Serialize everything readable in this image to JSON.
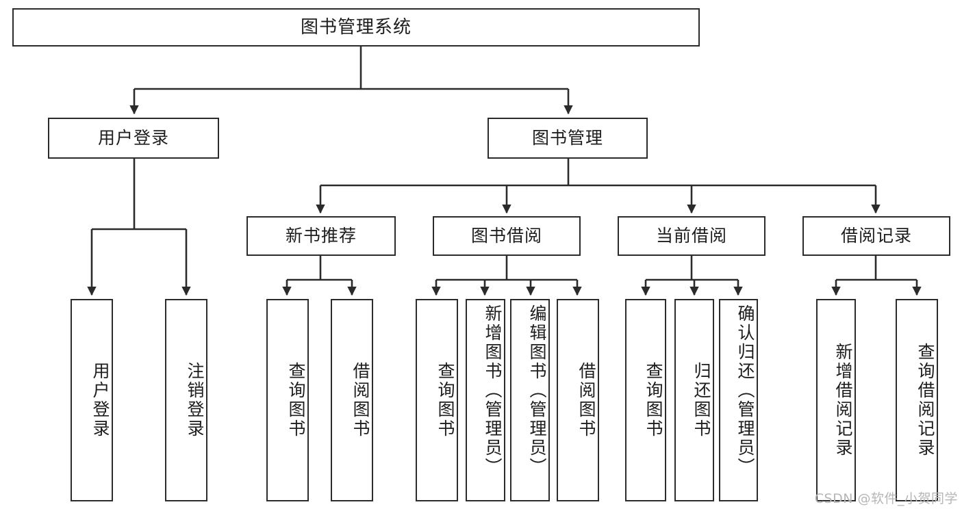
{
  "diagram": {
    "title": "图书管理系统",
    "type": "hierarchy-tree",
    "root": {
      "label": "图书管理系统"
    },
    "level2": [
      {
        "label": "用户登录"
      },
      {
        "label": "图书管理"
      }
    ],
    "level3": [
      {
        "label": "新书推荐"
      },
      {
        "label": "图书借阅"
      },
      {
        "label": "当前借阅"
      },
      {
        "label": "借阅记录"
      }
    ],
    "leaves": [
      {
        "label": "用户登录"
      },
      {
        "label": "注销登录"
      },
      {
        "label": "查询图书"
      },
      {
        "label": "借阅图书"
      },
      {
        "label": "查询图书"
      },
      {
        "label": "新增图书（管理员）"
      },
      {
        "label": "编辑图书（管理员）"
      },
      {
        "label": "借阅图书"
      },
      {
        "label": "查询图书"
      },
      {
        "label": "归还图书"
      },
      {
        "label": "确认归还（管理员）"
      },
      {
        "label": "新增借阅记录"
      },
      {
        "label": "查询借阅记录"
      }
    ]
  },
  "watermark": {
    "text": "CSDN @软件_小贺同学"
  },
  "colors": {
    "stroke": "#2b2b2b",
    "fill": "#ffffff",
    "text": "#1d1d1d",
    "watermark": "#b6b6b6"
  }
}
